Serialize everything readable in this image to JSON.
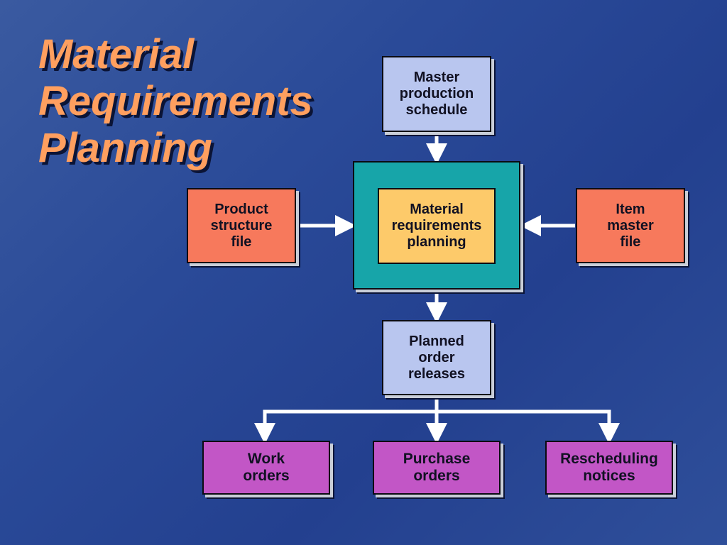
{
  "title": {
    "line1": "Material",
    "line2": "Requirements",
    "line3": "Planning"
  },
  "nodes": {
    "master_production_schedule": "Master\nproduction\nschedule",
    "product_structure_file": "Product\nstructure\nfile",
    "material_requirements_planning": "Material\nrequirements\nplanning",
    "item_master_file": "Item\nmaster\nfile",
    "planned_order_releases": "Planned\norder\nreleases",
    "work_orders": "Work\norders",
    "purchase_orders": "Purchase\norders",
    "rescheduling_notices": "Rescheduling\nnotices"
  },
  "edges": [
    {
      "from": "master_production_schedule",
      "to": "material_requirements_planning"
    },
    {
      "from": "product_structure_file",
      "to": "material_requirements_planning"
    },
    {
      "from": "item_master_file",
      "to": "material_requirements_planning"
    },
    {
      "from": "material_requirements_planning",
      "to": "planned_order_releases"
    },
    {
      "from": "planned_order_releases",
      "to": "work_orders"
    },
    {
      "from": "planned_order_releases",
      "to": "purchase_orders"
    },
    {
      "from": "planned_order_releases",
      "to": "rescheduling_notices"
    }
  ],
  "colors": {
    "background": "#2a4a98",
    "title": "#ff9f5f",
    "input_box": "#b9c6ef",
    "file_box": "#f7795c",
    "system_frame": "#17a5a9",
    "system_core": "#fdca6a",
    "output_box": "#c256c6",
    "connector": "#ffffff"
  }
}
